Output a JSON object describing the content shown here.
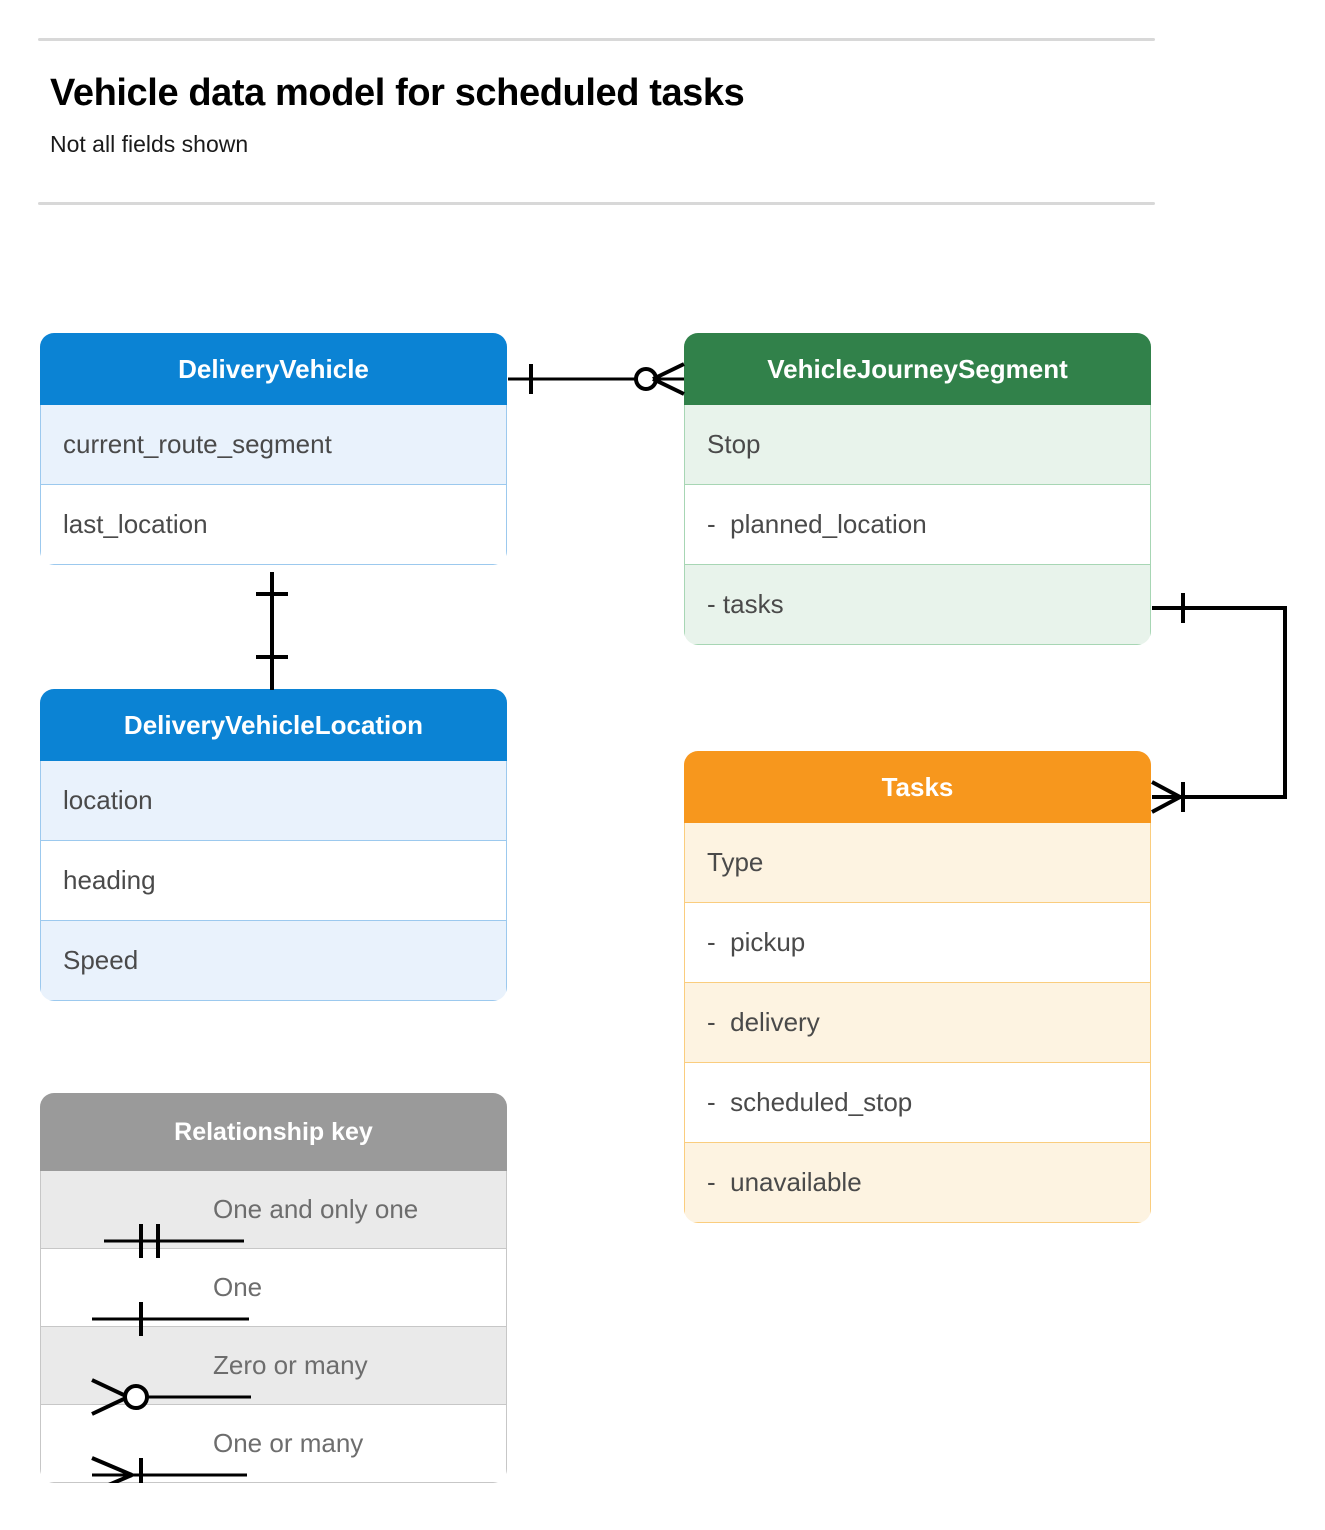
{
  "header": {
    "title": "Vehicle data model for scheduled tasks",
    "subtitle": "Not all fields shown"
  },
  "colors": {
    "blue": "#0b83d4",
    "blue_row": "#e9f2fc",
    "blue_border": "#9cc9ee",
    "green": "#31814a",
    "green_row": "#e8f3eb",
    "green_border": "#a7d6b4",
    "orange": "#f7971d",
    "orange_row": "#fdf3e1",
    "orange_border": "#facd7e",
    "gray": "#9a9a9a",
    "gray_row": "#eaeaea",
    "gray_border": "#c7c7c7",
    "text": "#4a4a4a",
    "rule": "#d8d8d8",
    "connector": "#000000"
  },
  "entities": [
    {
      "id": "delivery-vehicle",
      "title": "DeliveryVehicle",
      "theme": "blue",
      "fields": [
        "current_route_segment",
        "last_location"
      ]
    },
    {
      "id": "vehicle-journey-segment",
      "title": "VehicleJourneySegment",
      "theme": "green",
      "fields": [
        "Stop",
        "-  planned_location",
        "- tasks"
      ]
    },
    {
      "id": "delivery-vehicle-location",
      "title": "DeliveryVehicleLocation",
      "theme": "blue",
      "fields": [
        "location",
        "heading",
        "Speed"
      ]
    },
    {
      "id": "tasks",
      "title": "Tasks",
      "theme": "orange",
      "fields": [
        "Type",
        "-  pickup",
        "-  delivery",
        "-  scheduled_stop",
        "-  unavailable"
      ]
    }
  ],
  "legend": {
    "title": "Relationship key",
    "rows": [
      {
        "symbol": "one-and-only-one",
        "label": "One and only one"
      },
      {
        "symbol": "one",
        "label": "One"
      },
      {
        "symbol": "zero-or-many",
        "label": "Zero or many"
      },
      {
        "symbol": "one-or-many",
        "label": "One or many"
      }
    ]
  },
  "relationships": [
    {
      "id": "deliveryvehicle-to-vehiclejourneysegment",
      "from": "DeliveryVehicle",
      "to": "VehicleJourneySegment",
      "from_cardinality": "One",
      "to_cardinality": "Zero or many"
    },
    {
      "id": "deliveryvehicle-to-deliveryvehiclelocation",
      "from": "DeliveryVehicle",
      "to": "DeliveryVehicleLocation",
      "from_cardinality": "One",
      "to_cardinality": "One"
    },
    {
      "id": "vehiclejourneysegment-tasks-to-tasks",
      "from": "VehicleJourneySegment.tasks",
      "to": "Tasks",
      "from_cardinality": "One",
      "to_cardinality": "One or many"
    }
  ]
}
